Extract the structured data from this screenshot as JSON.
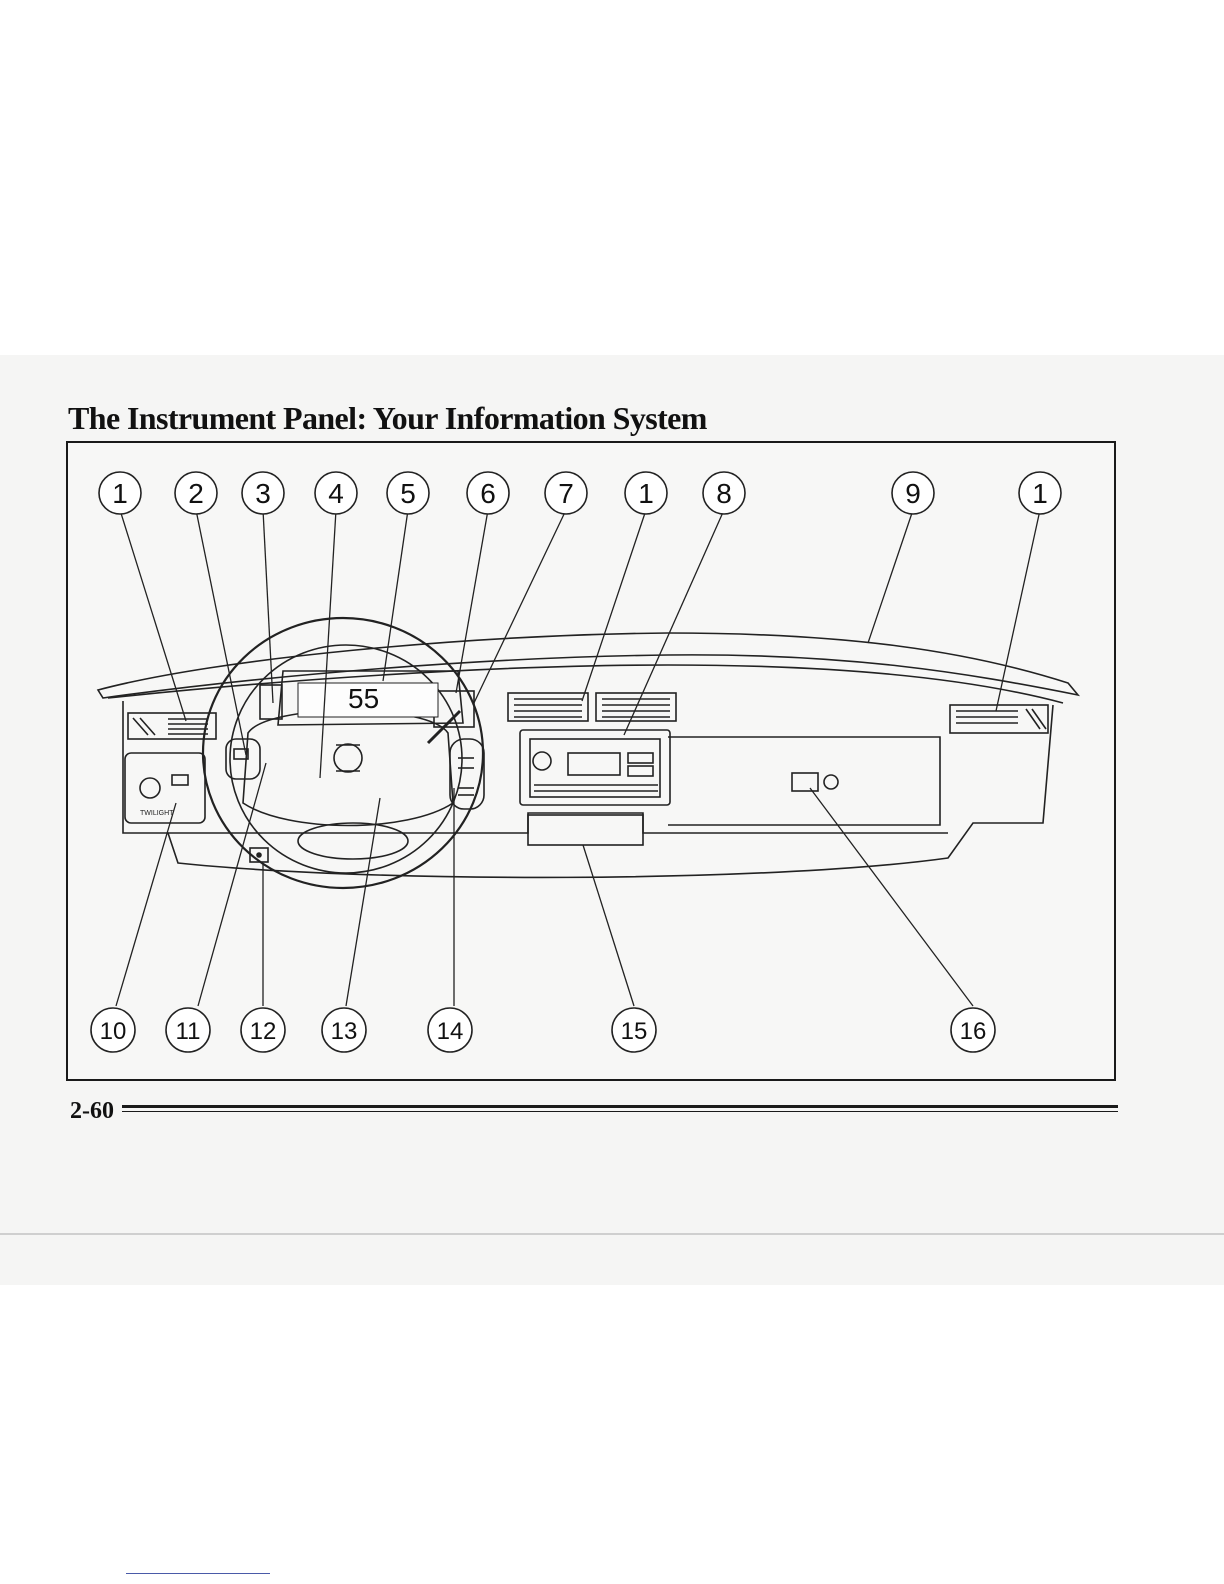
{
  "page": {
    "title": "The Instrument Panel: Your Information System",
    "page_number": "2-60"
  },
  "figure": {
    "callouts_top": [
      "1",
      "2",
      "3",
      "4",
      "5",
      "6",
      "7",
      "1",
      "8",
      "9",
      "1"
    ],
    "callouts_bottom": [
      "10",
      "11",
      "12",
      "13",
      "14",
      "15",
      "16"
    ],
    "switch_label": "TWILIGHT",
    "display_speed": "55"
  }
}
